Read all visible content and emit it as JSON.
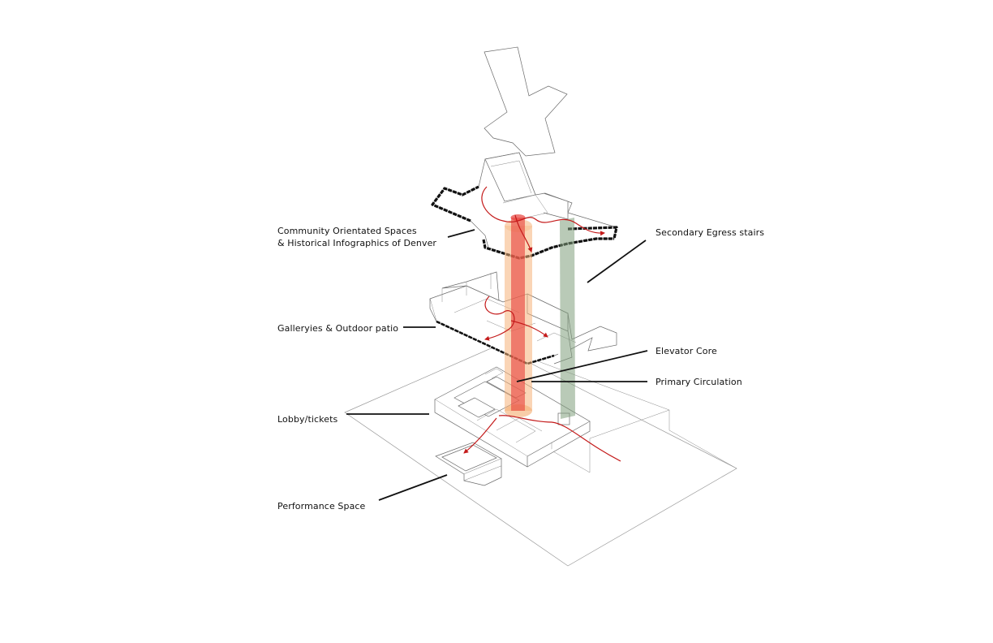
{
  "labels": {
    "community": [
      "Community Orientated Spaces",
      "& Historical Infographics of Denver"
    ],
    "secondary_egress": "Secondary Egress stairs",
    "galleries": "Galleryies & Outdoor patio",
    "elevator_core": "Elevator Core",
    "primary_circulation": "Primary Circulation",
    "lobby": "Lobby/tickets",
    "performance": "Performance Space"
  },
  "colors": {
    "elevator_core": "#e8403a",
    "primary_circulation": "#f5b27a",
    "secondary_egress": "#7f9f7c",
    "circulation_path": "#c41a1a",
    "linework": "#6a6a6a"
  }
}
